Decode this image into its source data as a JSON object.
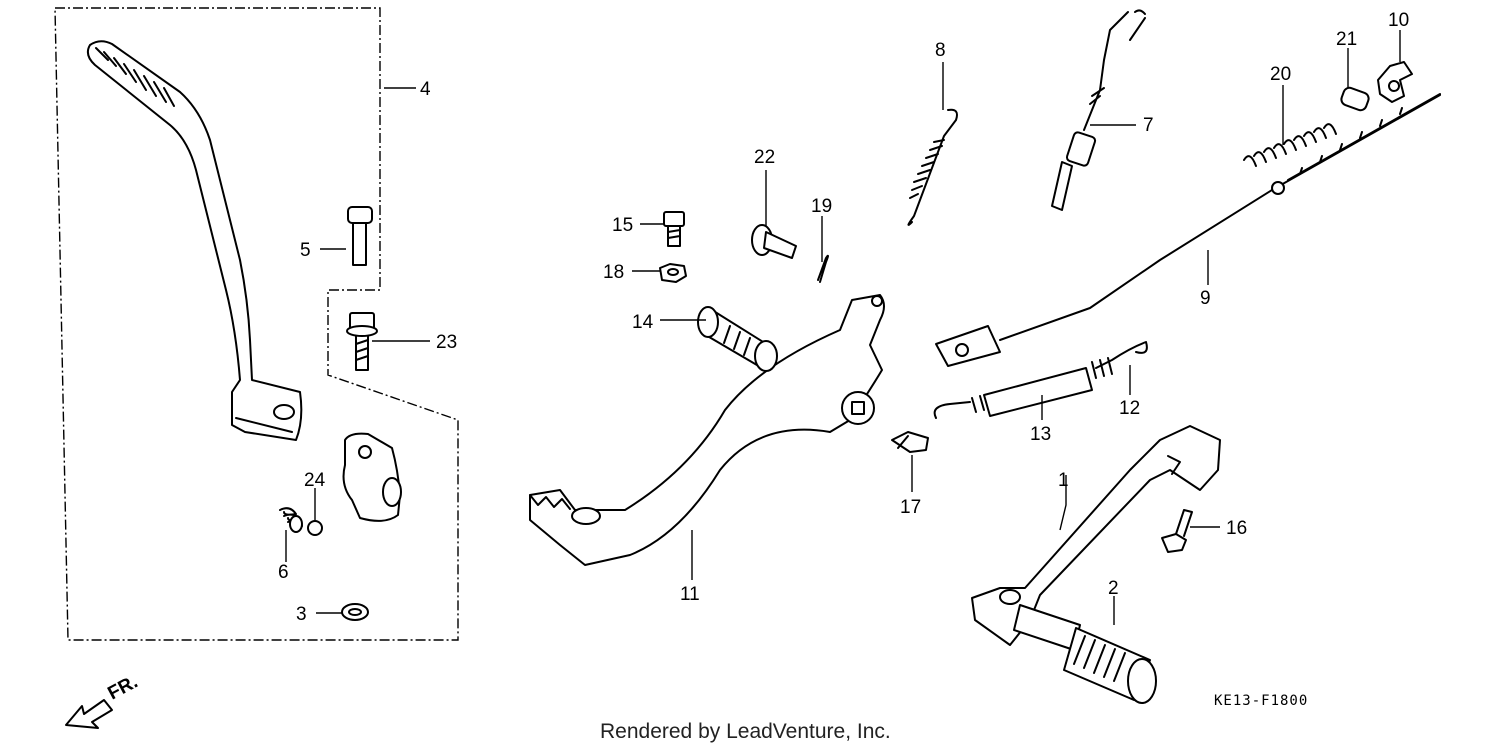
{
  "diagram": {
    "code": "KE13-F1800",
    "credit": "Rendered by LeadVenture, Inc.",
    "direction_label": "FR.",
    "callouts": {
      "p1": "1",
      "p2": "2",
      "p3": "3",
      "p4": "4",
      "p5": "5",
      "p6": "6",
      "p7": "7",
      "p8": "8",
      "p9": "9",
      "p10": "10",
      "p11": "11",
      "p12": "12",
      "p13": "13",
      "p14": "14",
      "p15": "15",
      "p16": "16",
      "p17": "17",
      "p18": "18",
      "p19": "19",
      "p20": "20",
      "p21": "21",
      "p22": "22",
      "p23": "23",
      "p24": "24"
    }
  }
}
